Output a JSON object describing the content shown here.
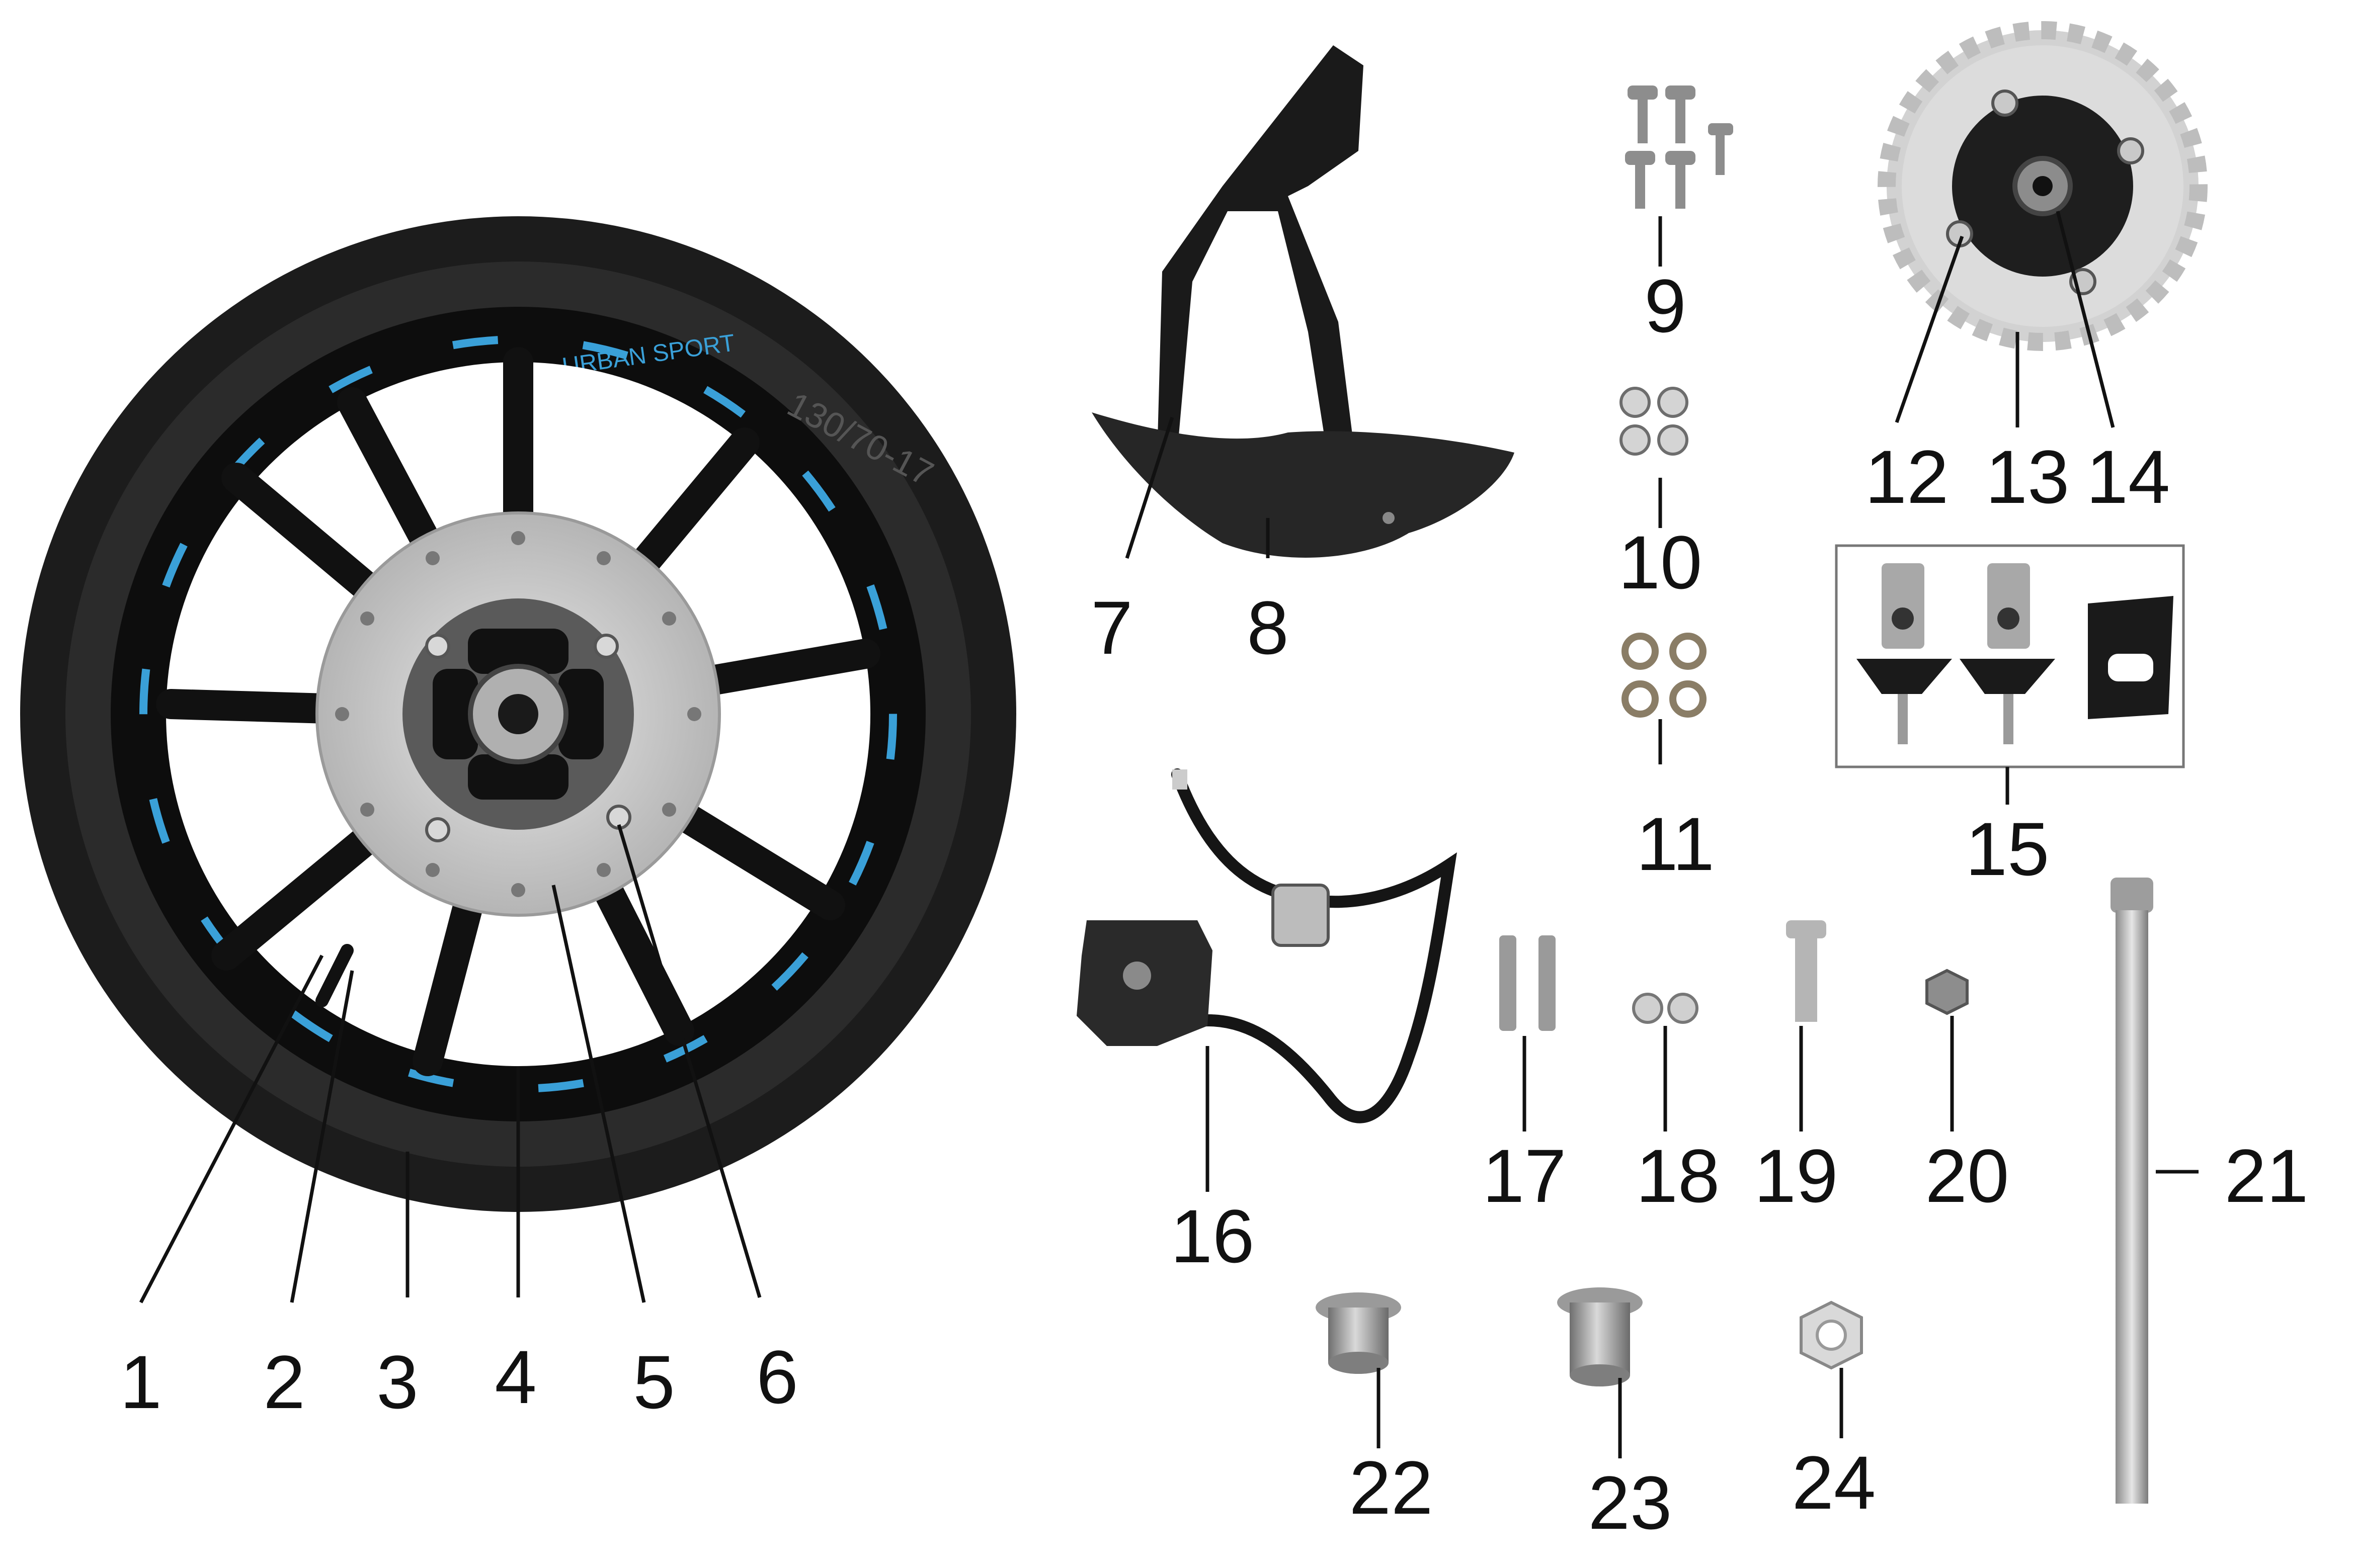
{
  "callouts": {
    "c1": "1",
    "c2": "2",
    "c3": "3",
    "c4": "4",
    "c5": "5",
    "c6": "6",
    "c7": "7",
    "c8": "8",
    "c9": "9",
    "c10": "10",
    "c11": "11",
    "c12": "12",
    "c13": "13",
    "c14": "14",
    "c15": "15",
    "c16": "16",
    "c17": "17",
    "c18": "18",
    "c19": "19",
    "c20": "20",
    "c21": "21",
    "c22": "22",
    "c23": "23",
    "c24": "24"
  },
  "tire_text": {
    "rim_brand": "URBAN SPORT",
    "tire_size": "130/70-17"
  },
  "colors": {
    "tire": "#1c1c1c",
    "rim": "#0d0d0d",
    "rim_stripe": "#3aa0d8",
    "metal": "#c9c9c9",
    "dark_metal": "#2a2a2a"
  }
}
